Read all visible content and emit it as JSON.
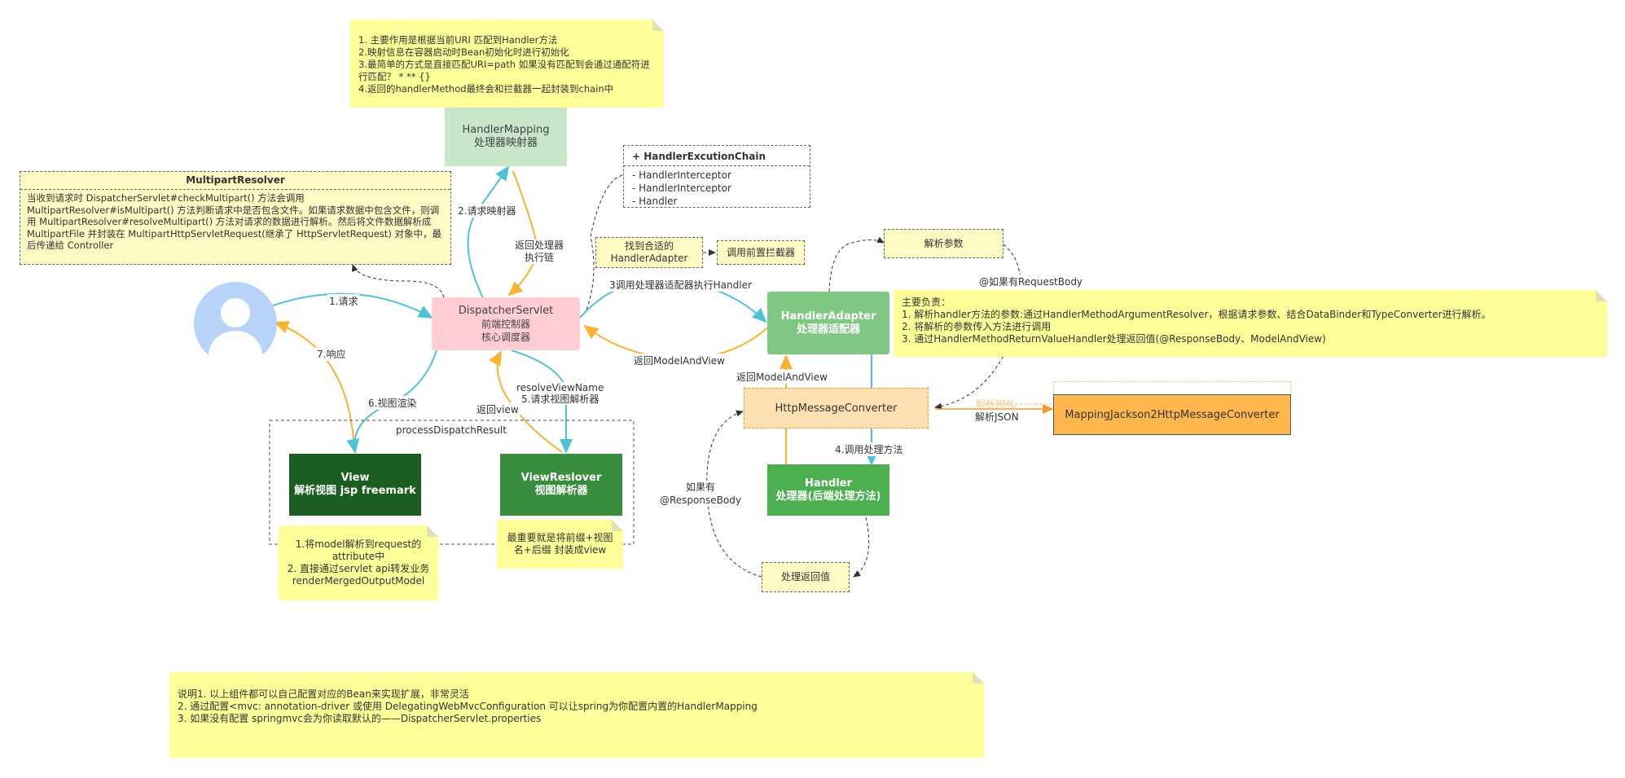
{
  "notes": {
    "top": [
      "1. 主要作用是根据当前URI  匹配到Handler方法",
      "2.映射信息在容器启动时Bean初始化时进行初始化",
      "3.最简单的方式是直接匹配URI=path  如果没有匹配到会通过通配符进行匹配？ * ** {}",
      "4.返回的handlerMethod最终会和拦截器一起封装到chain中"
    ],
    "responsibilities": [
      "主要负责：",
      "1. 解析handler方法的参数:通过HandlerMethodArgumentResolver，根据请求参数、结合DataBinder和TypeConverter进行解析。",
      "2. 将解析的参数传入方法进行调用",
      "3. 通过HandlerMethodReturnValueHandler处理返回值(@ResponseBody、ModelAndView)"
    ],
    "view_note": [
      "1.将model解析到request的attribute中",
      "2. 直接通过servlet api转发业务",
      "renderMergedOutputModel"
    ],
    "resolver_note": "最重要就是将前缀+视图名+后缀 封装成view",
    "bottom": [
      "说明1. 以上组件都可以自己配置对应的Bean来实现扩展，非常灵活",
      "2.  通过配置<mvc: annotation-driver  或使用 DelegatingWebMvcConfiguration   可以让spring为你配置内置的HandlerMapping",
      "3. 如果没有配置 springmvc会为你读取默认的——DispatcherServlet.properties"
    ]
  },
  "multipart": {
    "title": "MultipartResolver",
    "body": "当收到请求时 DispatcherServlet#checkMultipart() 方法会调用 MultipartResolver#isMultipart() 方法判断请求中是否包含文件。如果请求数据中包含文件，则调用 MultipartResolver#resolveMultipart() 方法对请求的数据进行解析。然后将文件数据解析成 MultipartFile 并封装在 MultipartHttpServletRequest(继承了 HttpServletRequest) 对象中，最后传递给 Controller"
  },
  "chain": {
    "title": "+ HandlerExcutionChain",
    "items": [
      "- HandlerInterceptor",
      "- HandlerInterceptor",
      "- Handler"
    ]
  },
  "nodes": {
    "handler_mapping": [
      "HandlerMapping",
      "处理器映射器"
    ],
    "dispatcher": [
      "DispatcherServlet",
      "前端控制器",
      "核心调度器"
    ],
    "handler_adapter": [
      "HandlerAdapter",
      "处理器适配器"
    ],
    "http_converter": "HttpMessageConverter",
    "jackson": "MappingJackson2HttpMessageConverter",
    "handler": [
      "Handler",
      "处理器(后端处理方法)"
    ],
    "view": [
      "View",
      "解析视图 jsp freemark"
    ],
    "view_resolver": [
      "ViewReslover",
      "视图解析器"
    ],
    "find_adapter": [
      "找到合适的",
      "HandlerAdapter"
    ],
    "pre_interceptor": "调用前置拦截器",
    "parse_params": "解析参数",
    "process_return": "处理返回值",
    "process_dispatch": "processDispatchResult"
  },
  "edge_labels": {
    "request": "1.请求",
    "response": "7.响应",
    "req_mapping": "2.请求映射器",
    "return_chain": [
      "返回处理器",
      "执行链"
    ],
    "call_adapter": "3调用处理器适配器执行Handler",
    "return_mav": "返回ModelAndView",
    "return_mav2": "返回ModelAndView",
    "view_render": "6.视图渲染",
    "resolve_view": [
      "resolveViewName",
      "5.请求视图解析器"
    ],
    "return_view": "返回view",
    "call_method": "4.调用处理方法",
    "if_request_body": "@如果有RequestBody",
    "if_response_body": [
      "如果有",
      "@ResponseBody"
    ],
    "parse_xml": "解析XML",
    "parse_json": "解析JSON"
  },
  "colors": {
    "note": "#ffff99",
    "handler_mapping": "#c8e6c9",
    "dispatcher": "#ffcdd2",
    "handler_adapter": "#81c784",
    "handler": "#4caf50",
    "view": "#1b5e20",
    "view_resolver": "#388e3c",
    "http_converter": "#ffe0b2",
    "jackson": "#ffb74d",
    "teal_arrow": "#4fc3d6",
    "orange_arrow": "#f9b233",
    "avatar": "#b7d3f7"
  }
}
